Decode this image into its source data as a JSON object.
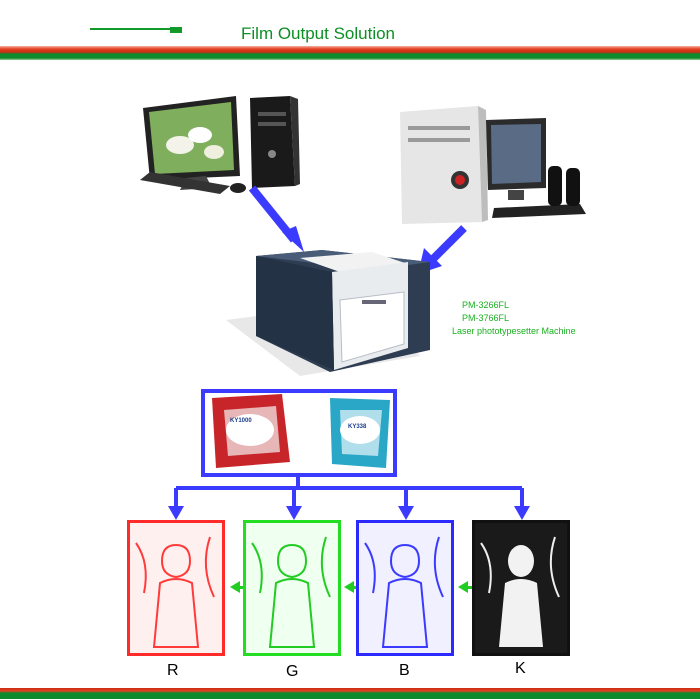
{
  "header": {
    "title": "Film Output Solution"
  },
  "machine": {
    "model_1": "PM-3266FL",
    "model_2": "PM-3766FL",
    "description": "Laser phototypesetter Machine"
  },
  "consumables": {
    "pack_1_label": "KY1000",
    "pack_2_label": "KY338"
  },
  "channels": [
    {
      "label": "R",
      "color": "#ff2a2a"
    },
    {
      "label": "G",
      "color": "#22dd22"
    },
    {
      "label": "B",
      "color": "#2a2aff"
    },
    {
      "label": "K",
      "color": "#111111"
    }
  ],
  "colors": {
    "arrow": "#3b3bff",
    "green_arrow": "#22cc22",
    "brand_green": "#0c8f24"
  }
}
